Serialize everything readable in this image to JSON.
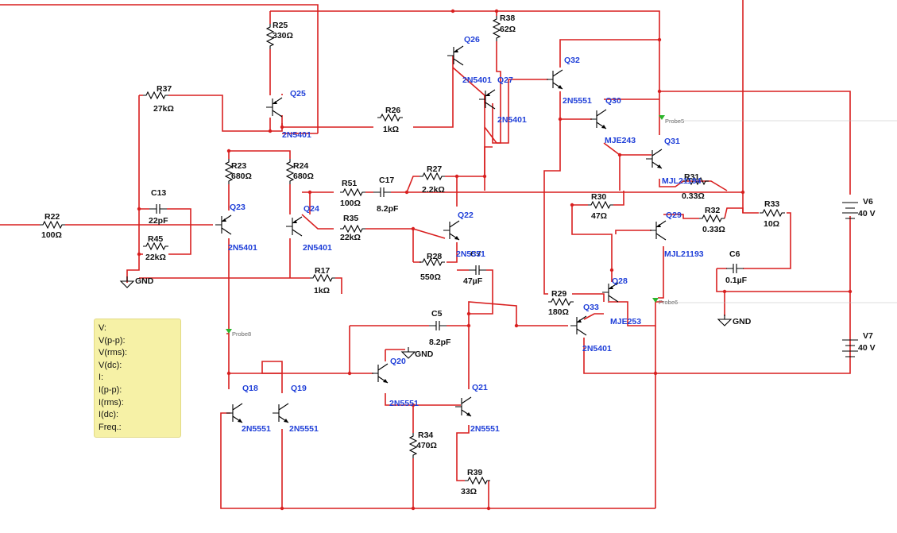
{
  "probe_readout": {
    "rows": [
      "V:",
      "V(p-p):",
      "V(rms):",
      "V(dc):",
      "I:",
      "I(p-p):",
      "I(rms):",
      "I(dc):",
      "Freq.:"
    ]
  },
  "resistors": [
    {
      "ref": "R22",
      "value": "100Ω"
    },
    {
      "ref": "R25",
      "value": "330Ω"
    },
    {
      "ref": "R37",
      "value": "27kΩ"
    },
    {
      "ref": "R26",
      "value": "1kΩ"
    },
    {
      "ref": "R38",
      "value": "62Ω"
    },
    {
      "ref": "R23",
      "value": "680Ω"
    },
    {
      "ref": "R24",
      "value": "680Ω"
    },
    {
      "ref": "R51",
      "value": "100Ω"
    },
    {
      "ref": "R27",
      "value": "2.2kΩ"
    },
    {
      "ref": "R35",
      "value": "22kΩ"
    },
    {
      "ref": "R45",
      "value": "22kΩ"
    },
    {
      "ref": "R17",
      "value": "1kΩ"
    },
    {
      "ref": "R28",
      "value": "550Ω"
    },
    {
      "ref": "R30",
      "value": "47Ω"
    },
    {
      "ref": "R31",
      "value": "0.33Ω"
    },
    {
      "ref": "R32",
      "value": "0.33Ω"
    },
    {
      "ref": "R33",
      "value": "10Ω"
    },
    {
      "ref": "R29",
      "value": "180Ω"
    },
    {
      "ref": "R34",
      "value": "470Ω"
    },
    {
      "ref": "R39",
      "value": "33Ω"
    }
  ],
  "capacitors": [
    {
      "ref": "C13",
      "value": "22pF"
    },
    {
      "ref": "C17",
      "value": "8.2pF"
    },
    {
      "ref": "C7",
      "value": "47µF"
    },
    {
      "ref": "C5",
      "value": "8.2pF"
    },
    {
      "ref": "C6",
      "value": "0.1µF"
    }
  ],
  "transistors": [
    {
      "ref": "Q25",
      "model": "2N5401"
    },
    {
      "ref": "Q26",
      "model": "2N5401"
    },
    {
      "ref": "Q27",
      "model": "2N5401"
    },
    {
      "ref": "Q32",
      "model": "2N5551"
    },
    {
      "ref": "Q30",
      "model": "MJE243"
    },
    {
      "ref": "Q31",
      "model": "MJL21194"
    },
    {
      "ref": "Q23",
      "model": "2N5401"
    },
    {
      "ref": "Q24",
      "model": "2N5401"
    },
    {
      "ref": "Q22",
      "model": "2N5551"
    },
    {
      "ref": "Q29",
      "model": "MJL21193"
    },
    {
      "ref": "Q28",
      "model": "MJE253"
    },
    {
      "ref": "Q33",
      "model": "2N5401"
    },
    {
      "ref": "Q18",
      "model": "2N5551"
    },
    {
      "ref": "Q19",
      "model": "2N5551"
    },
    {
      "ref": "Q20",
      "model": "2N5551"
    },
    {
      "ref": "Q21",
      "model": "2N5551"
    }
  ],
  "sources": [
    {
      "ref": "V6",
      "value": "40 V"
    },
    {
      "ref": "V7",
      "value": "40 V"
    }
  ],
  "probes": [
    "Probe5",
    "Probe6",
    "Probe8"
  ],
  "ground_label": "GND",
  "colors": {
    "wire": "#d81f1f",
    "part_label": "#111111",
    "transistor_label": "#1f3fd8",
    "probe_box": "#f6f1a6",
    "probe_marker": "#2bb52b"
  }
}
